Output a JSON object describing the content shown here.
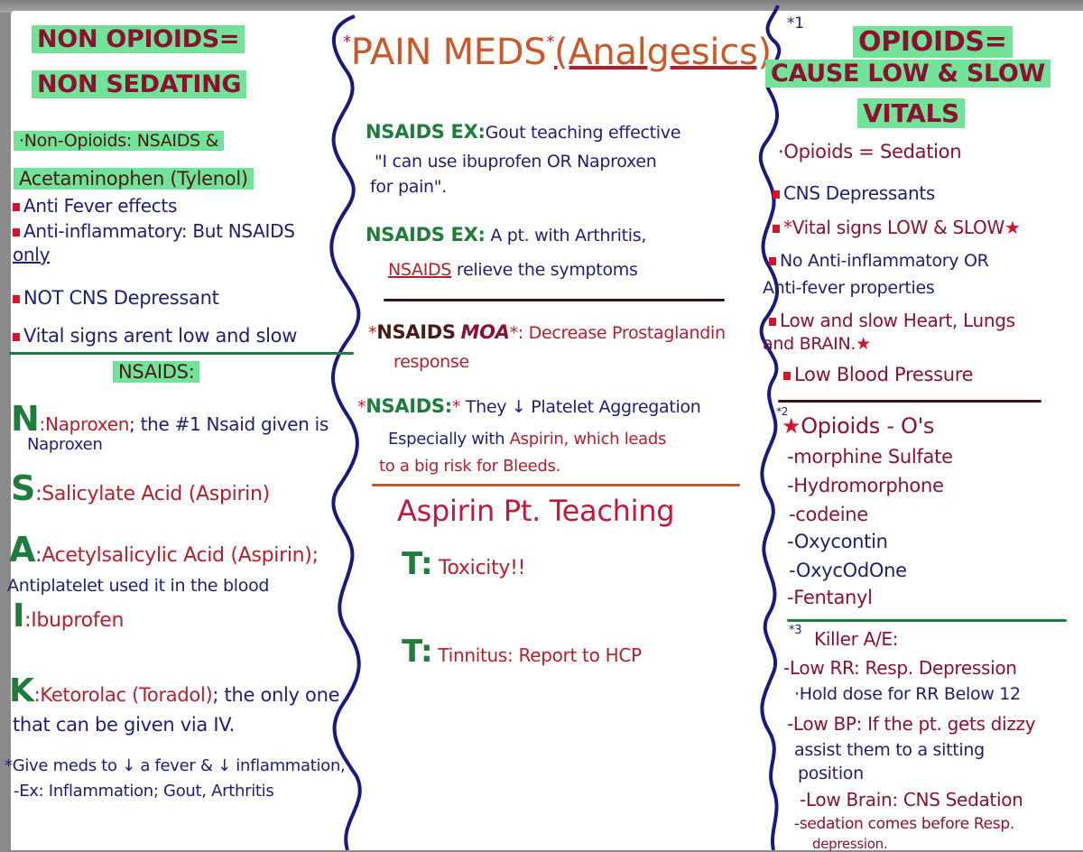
{
  "colors": {
    "ink_navy": "#1e1f73",
    "ink_maroon": "#8a1230",
    "ink_red": "#b3202e",
    "ink_green": "#1f7d3c",
    "ink_orange": "#c75a2a",
    "highlight_green": "#73e39a",
    "bullet_red": "#d3142b",
    "divider_navy": "#1a1a7a"
  },
  "left": {
    "title_line1": "NON OPIOIDS=",
    "title_line2": "NON SEDATING",
    "intro_line1": "·Non-Opioids: NSAIDS &",
    "intro_line2": "Acetaminophen (Tylenol)",
    "bullets": [
      "Anti Fever effects",
      "Anti-inflammatory: But NSAIDS",
      "only",
      "NOT CNS Depressant",
      "Vital signs arent low and slow"
    ],
    "nsaids_heading": "NSAIDS:",
    "mnemonic": [
      {
        "letter": "N",
        "text_red": "Naproxen",
        "text_navy": "; the #1 Nsaid given is",
        "line2": "Naproxen"
      },
      {
        "letter": "S",
        "text_red": "Salicylate Acid (Aspirin)",
        "text_navy": "",
        "line2": ""
      },
      {
        "letter": "A",
        "text_red": "Acetylsalicylic Acid (Aspirin);",
        "text_navy": "",
        "line2": "Antiplatelet used it in the blood"
      },
      {
        "letter": "I",
        "text_red": "Ibuprofen",
        "text_navy": "",
        "line2": ""
      },
      {
        "letter": "K",
        "text_red": "Ketorolac (Toradol)",
        "text_navy": "; the only one",
        "line2": "that can be given via IV."
      }
    ],
    "footnote_line1": "*Give meds to ↓ a fever & ↓ inflammation,",
    "footnote_line2": "-Ex: Inflammation; Gout, Arthritis"
  },
  "middle": {
    "title_part1": "PAIN MEDS",
    "title_part2": "(Analgesics)",
    "ex1_label": "NSAIDS EX:",
    "ex1_line1": "Gout teaching effective",
    "ex1_line2": "\"I can use ibuprofen OR Naproxen",
    "ex1_line3": "for pain\".",
    "ex2_label": "NSAIDS EX:",
    "ex2_line1": "A pt. with Arthritis,",
    "ex2_nsaids": "NSAIDS",
    "ex2_line2": "relieve the symptoms",
    "moa_label1": "NSAIDS",
    "moa_label2": "MOA",
    "moa_line1": ": Decrease Prostaglandin",
    "moa_line2": "response",
    "plt_label": "NSAIDS:",
    "plt_line1": "They ↓ Platelet Aggregation",
    "plt_line2_navy": "Especially with",
    "plt_line2_red": "Aspirin, which leads",
    "plt_line3": "to a big risk for Bleeds.",
    "aspirin_heading": "Aspirin Pt. Teaching",
    "teaching": [
      {
        "letter": "T:",
        "text": "Toxicity!!"
      },
      {
        "letter": "T:",
        "text": "Tinnitus: Report to HCP"
      }
    ]
  },
  "right": {
    "marker1": "*1",
    "title_line1": "OPIOIDS=",
    "title_line2": "CAUSE LOW & SLOW",
    "title_line3": "VITALS",
    "sedation": "·Opioids = Sedation",
    "bullets": [
      "CNS Depressants",
      "Vital signs LOW & SLOW",
      "No Anti-inflammatory OR",
      "Anti-fever properties",
      "Low and slow Heart, Lungs",
      "and BRAIN.",
      "Low Blood Pressure"
    ],
    "marker2": "*2",
    "os_heading": "Opioids - O's",
    "drugs": [
      "-morphine Sulfate",
      "-Hydromorphone",
      "-codeine",
      "-Oxycontin",
      "-OxycOdOne",
      "-Fentanyl"
    ],
    "marker3": "*3",
    "killer_heading": "Killer A/E:",
    "killer_items": [
      "-Low RR: Resp. Depression",
      "·Hold dose for RR Below 12",
      "-Low BP: If the pt. gets dizzy",
      "assist them to a sitting",
      "position",
      "-Low Brain: CNS Sedation",
      "-sedation comes before Resp.",
      "depression."
    ]
  }
}
